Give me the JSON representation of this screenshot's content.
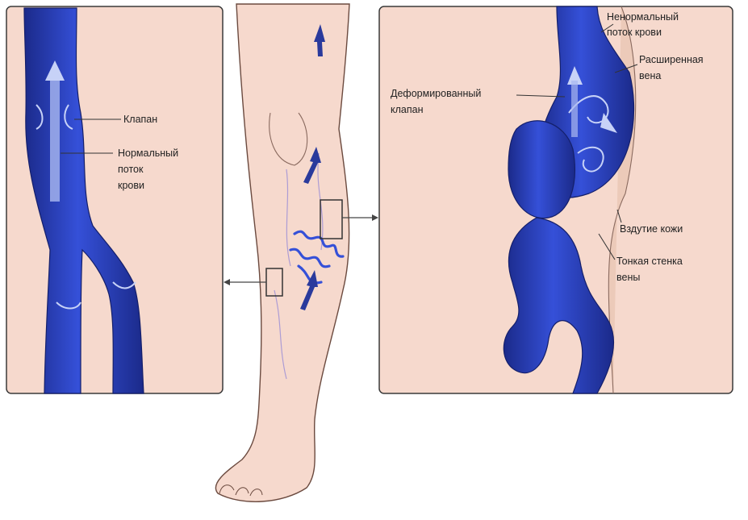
{
  "labels": {
    "valve": "Клапан",
    "normal_flow_1": "Нормальный",
    "normal_flow_2": "поток",
    "normal_flow_3": "крови",
    "abnormal_flow_1": "Ненормальный",
    "abnormal_flow_2": "поток крови",
    "dilated_vein_1": "Расширенная",
    "dilated_vein_2": "вена",
    "deformed_valve_1": "Деформированный",
    "deformed_valve_2": "клапан",
    "skin_bulge": "Вздутие кожи",
    "thin_wall_1": "Тонкая стенка",
    "thin_wall_2": "вены"
  },
  "colors": {
    "vein": "#2d46c7",
    "vein_dark": "#1b2a8a",
    "vein_highlight": "#a9b8f0",
    "skin": "#f6d9cd",
    "skin_outline": "#6b4a3f",
    "panel_border": "#3a3a3a",
    "background": "#ffffff"
  },
  "icons": [
    "arrow-up-icon",
    "pointer-arrow-left-icon",
    "pointer-arrow-right-icon"
  ]
}
